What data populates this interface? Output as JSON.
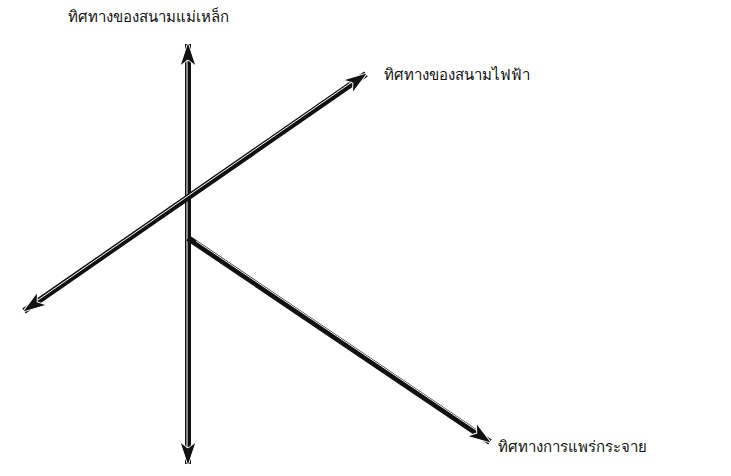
{
  "diagram": {
    "labels": [
      "ทิศทางของสนามแม่เหล็ก",
      "ทิศทางของสนามไฟฟ้า",
      "ทิศทางการแพร่กระจาย"
    ]
  }
}
